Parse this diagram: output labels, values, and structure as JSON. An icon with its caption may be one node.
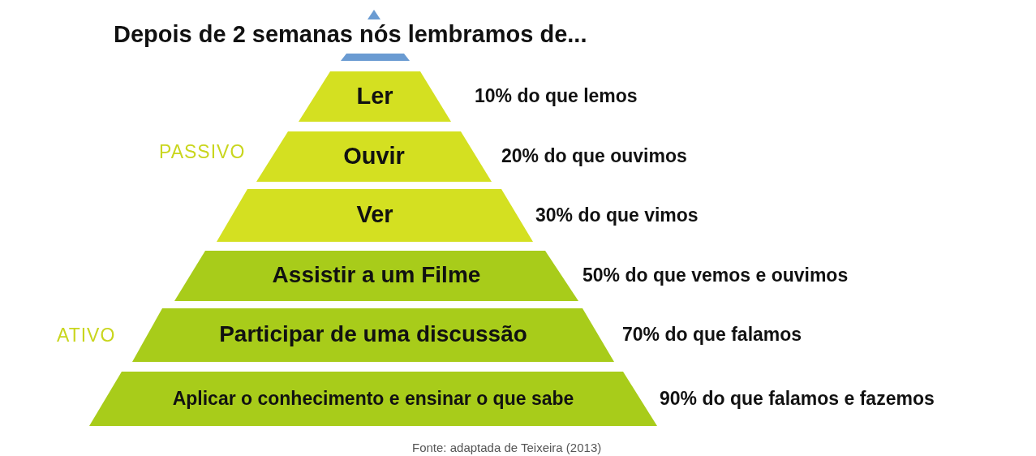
{
  "diagram": {
    "title": "Depois de 2 semanas nós lembramos de...",
    "caption": "Fonte: adaptada de Teixeira (2013)",
    "nodes": [
      {
        "text": [
          "Ler"
        ],
        "beside": [
          "10% do que lemos"
        ]
      },
      {
        "text": [
          "Ouvir"
        ],
        "beside": [
          "20% do que ouvimos"
        ]
      },
      {
        "text": [
          "Ver"
        ],
        "beside": [
          "30% do que vimos"
        ]
      },
      {
        "text": [
          "Assistir a um Filme"
        ],
        "beside": [
          "50% do que vemos e ouvimos"
        ]
      },
      {
        "text": [
          "Participar de uma discussão"
        ],
        "beside": [
          "70% do que falamos"
        ]
      },
      {
        "text": [
          "Aplicar o conhecimento e ensinar o que sabe"
        ],
        "beside": [
          "90% do que falamos e fazemos"
        ]
      }
    ],
    "labels": [
      "PASSIVO",
      "ATIVO"
    ]
  }
}
